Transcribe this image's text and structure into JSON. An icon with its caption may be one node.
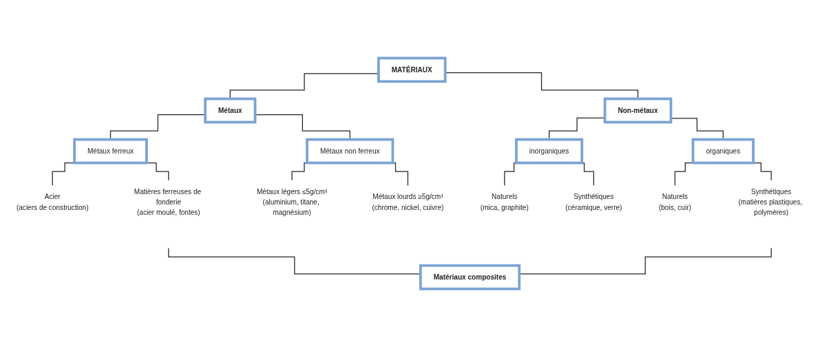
{
  "diagram": {
    "nodes": [
      {
        "text": [
          "MATÉRIAUX"
        ]
      },
      {
        "text": [
          "Métaux"
        ]
      },
      {
        "text": [
          "Non-métaux"
        ]
      },
      {
        "text": [
          "Métaux ferreux"
        ]
      },
      {
        "text": [
          "Métaux non ferreux"
        ]
      },
      {
        "text": [
          "inorganiques"
        ]
      },
      {
        "text": [
          "organiques"
        ]
      },
      {
        "text": [
          "Acier",
          "(aciers de construction)"
        ]
      },
      {
        "text": [
          "Matières ferreuses de fonderie",
          "(acier moulé, fontes)"
        ]
      },
      {
        "text": [
          "Métaux légers ≤5g/cm³",
          "(aluminium, titane, magnésium)"
        ]
      },
      {
        "text": [
          "Métaux lourds ≥5g/cm³",
          "(chrome, nickel, cuivre)"
        ]
      },
      {
        "text": [
          "Naturels",
          "(mica, graphite)"
        ]
      },
      {
        "text": [
          "Synthétiques",
          "(céramique, verre)"
        ]
      },
      {
        "text": [
          "Naturels",
          "(bois, cuir)"
        ]
      },
      {
        "text": [
          "Synthétiques",
          "(matières plastiques, polymères)"
        ]
      },
      {
        "text": [
          "Matériaux composites"
        ]
      }
    ],
    "edges": [
      {
        "from": 0,
        "to": 1,
        "arrow": "none"
      },
      {
        "from": 0,
        "to": 2,
        "arrow": "none"
      },
      {
        "from": 1,
        "to": 3,
        "arrow": "none"
      },
      {
        "from": 1,
        "to": 4,
        "arrow": "none"
      },
      {
        "from": 2,
        "to": 5,
        "arrow": "none"
      },
      {
        "from": 2,
        "to": 6,
        "arrow": "none"
      },
      {
        "from": 3,
        "to": 7,
        "arrow": "none"
      },
      {
        "from": 3,
        "to": 8,
        "arrow": "none"
      },
      {
        "from": 4,
        "to": 9,
        "arrow": "none"
      },
      {
        "from": 4,
        "to": 10,
        "arrow": "none"
      },
      {
        "from": 5,
        "to": 11,
        "arrow": "none"
      },
      {
        "from": 5,
        "to": 12,
        "arrow": "none"
      },
      {
        "from": 6,
        "to": 13,
        "arrow": "none"
      },
      {
        "from": 6,
        "to": 14,
        "arrow": "none"
      },
      {
        "from": null,
        "to": 15,
        "arrow": "none"
      },
      {
        "from": null,
        "to": 15,
        "arrow": "none"
      }
    ]
  }
}
